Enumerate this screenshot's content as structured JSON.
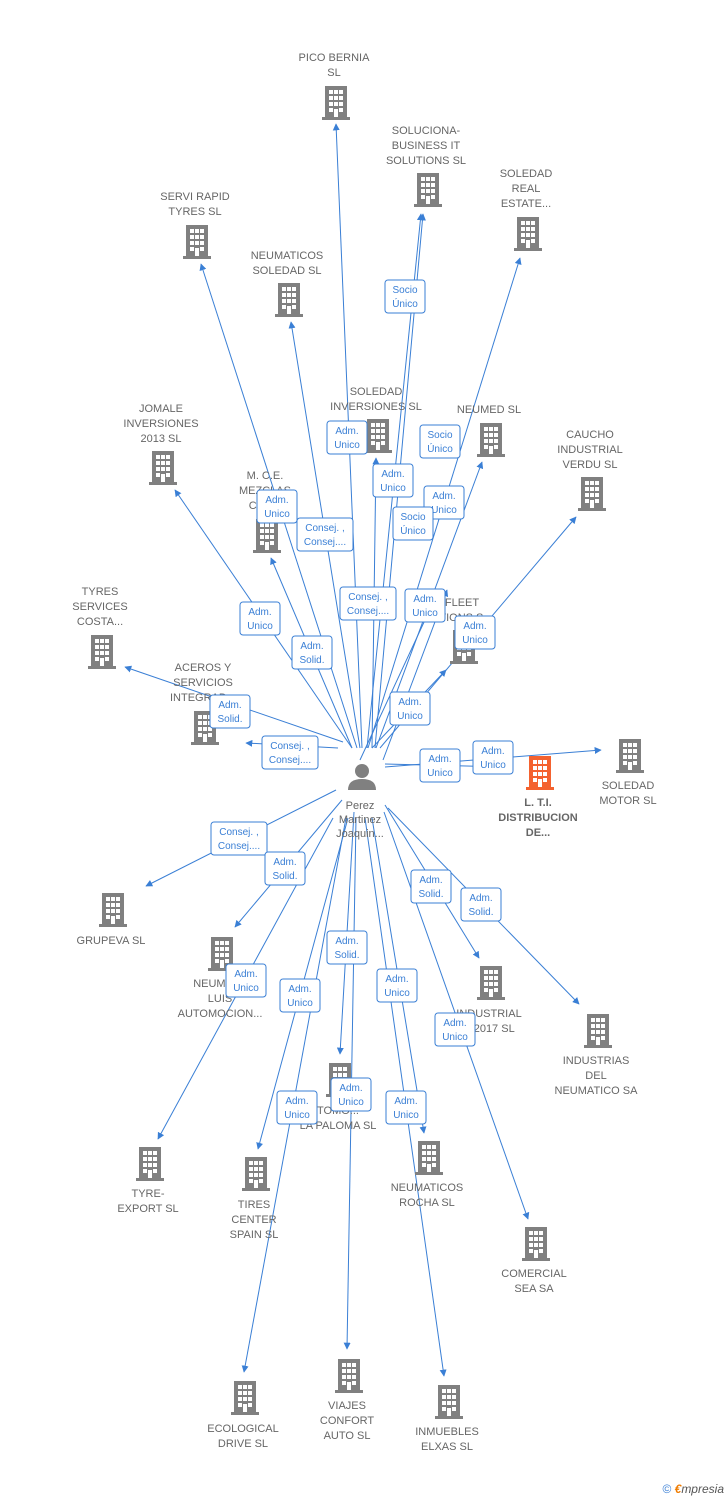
{
  "center": {
    "label": [
      "Perez",
      "Martinez",
      "Joaquin..."
    ]
  },
  "colors": {
    "edge": "#3a7fd5",
    "building": "#808080",
    "highlight": "#f4622f",
    "text": "#666666"
  },
  "nodes": [
    {
      "id": "pico-bernia",
      "label": [
        "PICO BERNIA",
        "SL"
      ]
    },
    {
      "id": "soluciona",
      "label": [
        "SOLUCIONA-",
        "BUSINESS IT",
        "SOLUTIONS  SL"
      ]
    },
    {
      "id": "soledad-real",
      "label": [
        "SOLEDAD",
        "REAL",
        "ESTATE..."
      ]
    },
    {
      "id": "servi-rapid",
      "label": [
        "SERVI RAPID",
        "TYRES  SL"
      ]
    },
    {
      "id": "neumaticos-soledad",
      "label": [
        "NEUMATICOS",
        "SOLEDAD SL"
      ]
    },
    {
      "id": "soledad-inversiones",
      "label": [
        "SOLEDAD",
        "INVERSIONES SL"
      ]
    },
    {
      "id": "neumed",
      "label": [
        "NEUMED SL"
      ]
    },
    {
      "id": "jomale",
      "label": [
        "JOMALE",
        "INVERSIONES",
        "2013 SL"
      ]
    },
    {
      "id": "caucho",
      "label": [
        "CAUCHO",
        "INDUSTRIAL",
        "VERDU SL"
      ]
    },
    {
      "id": "mce",
      "label": [
        "M. C.E.",
        "MEZCLAS",
        "CAU..."
      ]
    },
    {
      "id": "fleet",
      "label": [
        "FLEET",
        "UTIONS S..."
      ]
    },
    {
      "id": "tyres-services",
      "label": [
        "TYRES",
        "SERVICES",
        "COSTA..."
      ]
    },
    {
      "id": "aceros",
      "label": [
        "ACEROS Y",
        "SERVICIOS",
        "INTEGRAD..."
      ]
    },
    {
      "id": "soledad-motor",
      "label": [
        "SOLEDAD",
        "MOTOR SL"
      ]
    },
    {
      "id": "lti",
      "label": [
        "L. T.I.",
        "DISTRIBUCION",
        "DE..."
      ],
      "highlight": true
    },
    {
      "id": "grupeva",
      "label": [
        "GRUPEVA SL"
      ]
    },
    {
      "id": "neumaticos-luis",
      "label": [
        "NEUMAT...",
        "LUIS",
        "AUTOMOCION..."
      ]
    },
    {
      "id": "industrial-2017",
      "label": [
        "INDUSTRIAL",
        "E 2017  SL"
      ]
    },
    {
      "id": "industrias-neumatico",
      "label": [
        "INDUSTRIAS",
        "DEL",
        "NEUMATICO SA"
      ]
    },
    {
      "id": "la-paloma",
      "label": [
        "TOMO...",
        "LA PALOMA  SL"
      ]
    },
    {
      "id": "tyre-export",
      "label": [
        "TYRE-",
        "EXPORT SL"
      ]
    },
    {
      "id": "tires-center",
      "label": [
        "TIRES",
        "CENTER",
        "SPAIN SL"
      ]
    },
    {
      "id": "neumaticos-rocha",
      "label": [
        "NEUMATICOS",
        "ROCHA SL"
      ]
    },
    {
      "id": "comercial-sea",
      "label": [
        "COMERCIAL",
        "SEA SA"
      ]
    },
    {
      "id": "ecological",
      "label": [
        "ECOLOGICAL",
        "DRIVE SL"
      ]
    },
    {
      "id": "viajes",
      "label": [
        "VIAJES",
        "CONFORT",
        "AUTO SL"
      ]
    },
    {
      "id": "inmuebles",
      "label": [
        "INMUEBLES",
        "ELXAS SL"
      ]
    }
  ],
  "badges": [
    {
      "id": "b1",
      "text": [
        "Socio",
        "Único"
      ]
    },
    {
      "id": "b2",
      "text": [
        "Adm.",
        "Unico"
      ]
    },
    {
      "id": "b3",
      "text": [
        "Socio",
        "Único"
      ]
    },
    {
      "id": "b4",
      "text": [
        "Adm.",
        "Unico"
      ]
    },
    {
      "id": "b5",
      "text": [
        "Adm.",
        "Unico"
      ]
    },
    {
      "id": "b6",
      "text": [
        "Adm.",
        "Unico"
      ]
    },
    {
      "id": "b7",
      "text": [
        "Consej. ,",
        "Consej...."
      ]
    },
    {
      "id": "b8",
      "text": [
        "Socio",
        "Único"
      ]
    },
    {
      "id": "b9",
      "text": [
        "Adm.",
        "Unico"
      ]
    },
    {
      "id": "b10",
      "text": [
        "Consej. ,",
        "Consej...."
      ]
    },
    {
      "id": "b11",
      "text": [
        "Adm.",
        "Unico"
      ]
    },
    {
      "id": "b12",
      "text": [
        "Adm.",
        "Unico"
      ]
    },
    {
      "id": "b13",
      "text": [
        "Adm.",
        "Solid."
      ]
    },
    {
      "id": "b14",
      "text": [
        "Adm.",
        "Solid."
      ]
    },
    {
      "id": "b15",
      "text": [
        "Adm.",
        "Unico"
      ]
    },
    {
      "id": "b16",
      "text": [
        "Consej. ,",
        "Consej...."
      ]
    },
    {
      "id": "b17",
      "text": [
        "Adm.",
        "Unico"
      ]
    },
    {
      "id": "b18",
      "text": [
        "Adm.",
        "Unico"
      ]
    },
    {
      "id": "b19",
      "text": [
        "Consej. ,",
        "Consej...."
      ]
    },
    {
      "id": "b20",
      "text": [
        "Adm.",
        "Solid."
      ]
    },
    {
      "id": "b21",
      "text": [
        "Adm.",
        "Solid."
      ]
    },
    {
      "id": "b22",
      "text": [
        "Adm.",
        "Solid."
      ]
    },
    {
      "id": "b23",
      "text": [
        "Adm.",
        "Solid."
      ]
    },
    {
      "id": "b24",
      "text": [
        "Adm.",
        "Unico"
      ]
    },
    {
      "id": "b25",
      "text": [
        "Adm.",
        "Unico"
      ]
    },
    {
      "id": "b26",
      "text": [
        "Adm.",
        "Unico"
      ]
    },
    {
      "id": "b27",
      "text": [
        "Adm.",
        "Unico"
      ]
    },
    {
      "id": "b28",
      "text": [
        "Adm.",
        "Unico"
      ]
    },
    {
      "id": "b29",
      "text": [
        "Adm.",
        "Unico"
      ]
    },
    {
      "id": "b30",
      "text": [
        "Adm.",
        "Unico"
      ]
    }
  ],
  "footer": {
    "copyright": "©",
    "brand_initial": "€",
    "brand_rest": "mpresia"
  }
}
